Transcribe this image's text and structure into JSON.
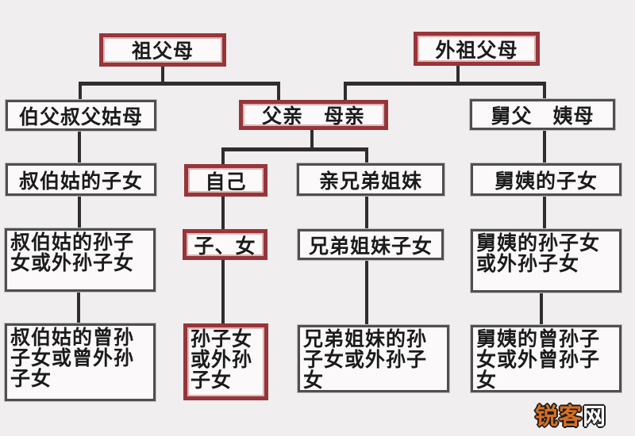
{
  "page": {
    "background": "#f0eeef",
    "watermark": {
      "text_main": "锐客",
      "text_accent": "网"
    }
  },
  "diagram": {
    "description": "Chinese family kinship tree centered on 自己 (self)",
    "colors": {
      "red_box_border": "#96353a",
      "gray_box_border": "#4f4f4f",
      "connector_line": "#2e2e2e",
      "watermark_orange": "#d96f1f",
      "watermark_white": "#ffffff",
      "text": "#1b1b1b"
    },
    "nodes": {
      "paternal_grandparents": {
        "label": "祖父母",
        "variant": "red"
      },
      "maternal_grandparents": {
        "label": "外祖父母",
        "variant": "red"
      },
      "paternal_uncles_aunts": {
        "label": "伯父叔父姑母",
        "variant": "gray"
      },
      "parents": {
        "label": "父亲　母亲",
        "variant": "red"
      },
      "maternal_uncles_aunts": {
        "label": "舅父　姨母",
        "variant": "gray"
      },
      "paternal_cousins": {
        "label": "叔伯姑的子女",
        "variant": "gray"
      },
      "self": {
        "label": "自己",
        "variant": "red"
      },
      "siblings": {
        "label": "亲兄弟姐妹",
        "variant": "gray"
      },
      "maternal_cousins": {
        "label": "舅姨的子女",
        "variant": "gray"
      },
      "paternal_cousins_children": {
        "label": "叔伯姑的孙子女或外孙子女",
        "variant": "gray"
      },
      "children": {
        "label": "子、女",
        "variant": "red"
      },
      "siblings_children": {
        "label": "兄弟姐妹子女",
        "variant": "gray"
      },
      "maternal_cousins_children": {
        "label": "舅姨的孙子女或外孙子女",
        "variant": "gray"
      },
      "paternal_cousins_grandchildren": {
        "label": "叔伯姑的曾孙子女或曾外孙子女",
        "variant": "gray"
      },
      "grandchildren": {
        "label": "孙子女或外孙子女",
        "variant": "red"
      },
      "siblings_grandchildren": {
        "label": "兄弟姐妹的孙子女或外孙子女",
        "variant": "gray"
      },
      "maternal_cousins_grandchildren": {
        "label": "舅姨的曾孙子女或外曾孙子女",
        "variant": "gray"
      }
    }
  }
}
